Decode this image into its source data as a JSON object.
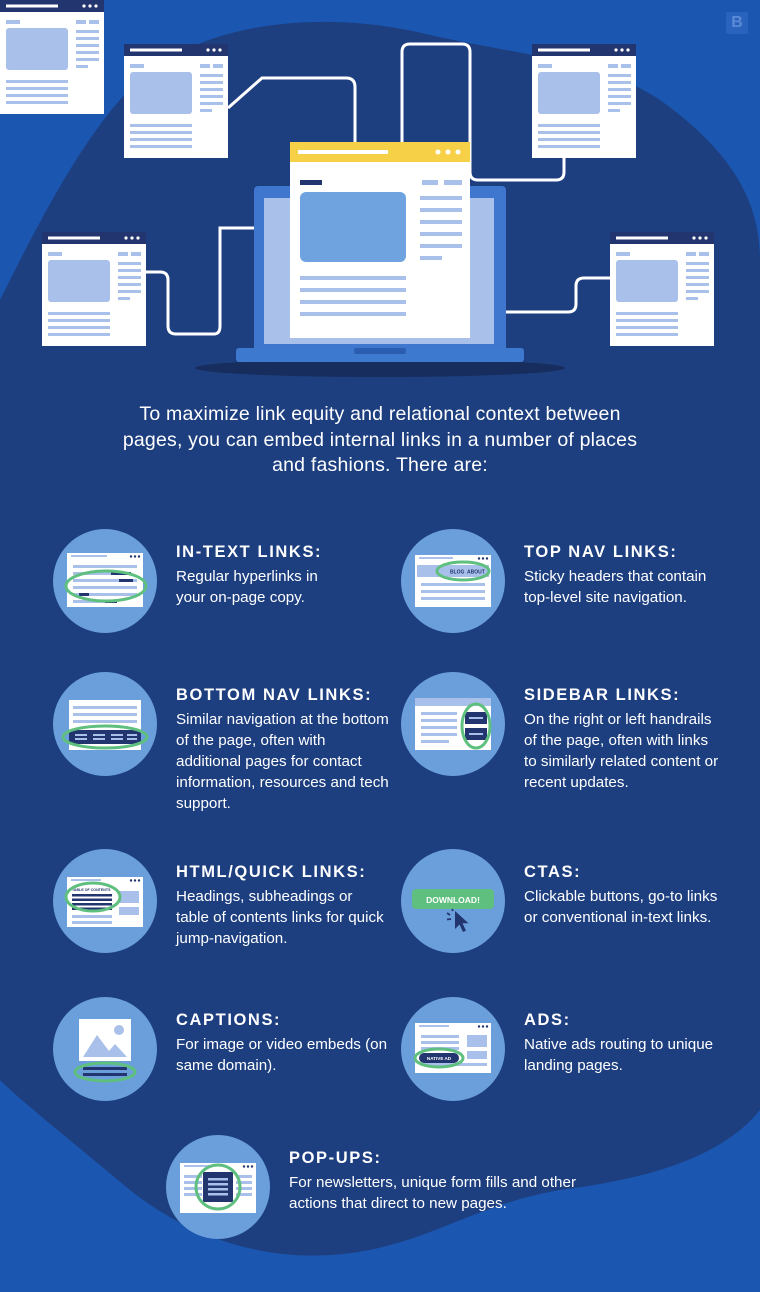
{
  "brand": {
    "logo_letter": "B"
  },
  "intro": {
    "text": "To maximize link equity and relational context between pages, you can embed internal links in a number of places and fashions. There are:"
  },
  "items": [
    {
      "title": "IN-TEXT LINKS:",
      "desc": "Regular hyperlinks in your on-page copy.",
      "icon": "in-text-links-icon"
    },
    {
      "title": "TOP NAV LINKS:",
      "desc": "Sticky headers that contain top-level site navigation.",
      "icon": "top-nav-links-icon",
      "icon_labels": [
        "BLOG",
        "ABOUT"
      ]
    },
    {
      "title": "BOTTOM NAV LINKS:",
      "desc": "Similar navigation at the bottom of the page, often with additional pages for contact information, resources and tech support.",
      "icon": "bottom-nav-links-icon"
    },
    {
      "title": "SIDEBAR LINKS:",
      "desc": "On the right or left handrails of the page, often with links to similarly related content or recent updates.",
      "icon": "sidebar-links-icon"
    },
    {
      "title": "HTML/QUICK LINKS:",
      "desc": "Headings, subheadings or table of contents links for quick jump-navigation.",
      "icon": "table-of-contents-icon",
      "icon_label": "TABLE OF CONTENTS"
    },
    {
      "title": "CTAS:",
      "desc": "Clickable buttons, go-to links or conventional in-text links.",
      "icon": "download-button-icon",
      "icon_label": "DOWNLOAD!"
    },
    {
      "title": "CAPTIONS:",
      "desc": "For image or video embeds (on same domain).",
      "icon": "image-caption-icon"
    },
    {
      "title": "ADS:",
      "desc": "Native ads routing to unique landing pages.",
      "icon": "native-ad-icon",
      "icon_label": "NATIVE AD"
    },
    {
      "title": "POP-UPS:",
      "desc": "For newsletters, unique form fills and other actions that direct to new pages.",
      "icon": "popup-icon"
    }
  ],
  "colors": {
    "background": "#1b56b0",
    "blob": "#1d3f80",
    "circle": "#6a9fdc",
    "accent_green": "#5fbf7f",
    "accent_yellow": "#f6d046",
    "navy": "#22356e"
  }
}
